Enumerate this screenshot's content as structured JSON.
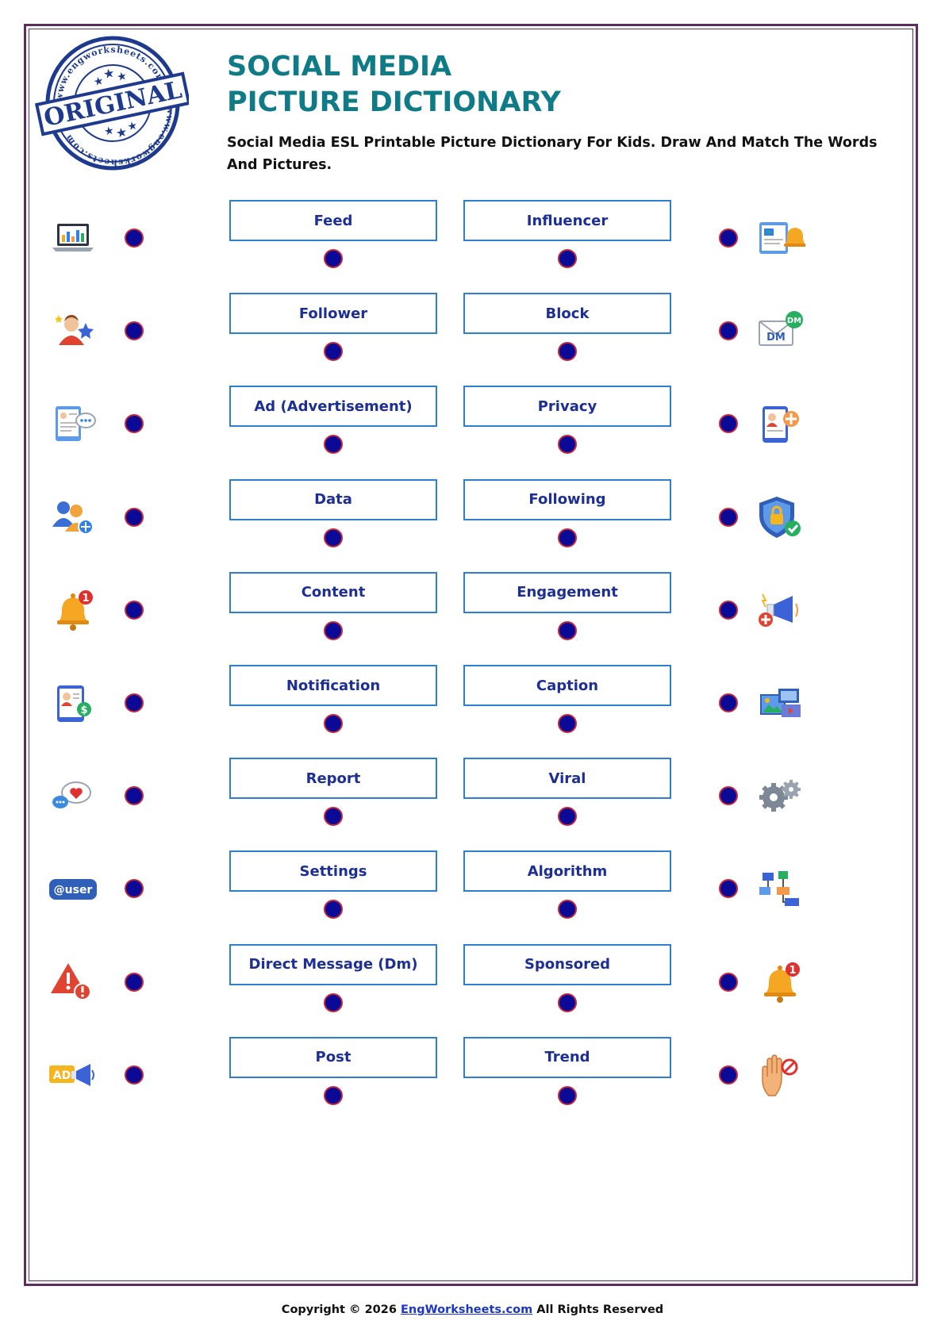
{
  "stamp": {
    "top_text": "www.engworksheets.com",
    "center_text": "ORIGINAL",
    "bottom_text": "www.engworksheets.com"
  },
  "header": {
    "title_line1": "SOCIAL MEDIA",
    "title_line2": "PICTURE DICTIONARY",
    "subtitle": "Social Media ESL Printable Picture Dictionary For Kids. Draw And Match The Words And Pictures."
  },
  "words_left": [
    "Feed",
    "Follower",
    "Ad (Advertisement)",
    "Data",
    "Content",
    "Notification",
    "Report",
    "Settings",
    "Direct Message (Dm)",
    "Post"
  ],
  "words_right": [
    "Influencer",
    "Block",
    "Privacy",
    "Following",
    "Engagement",
    "Caption",
    "Viral",
    "Algorithm",
    "Sponsored",
    "Trend"
  ],
  "icons_left": [
    "laptop-chart-icon",
    "person-stars-icon",
    "profile-chat-icon",
    "add-follower-icon",
    "bell-alert-icon",
    "tablet-money-icon",
    "chat-heart-icon",
    "user-handle-icon",
    "warning-icon",
    "ad-megaphone-icon"
  ],
  "icons_right": [
    "feed-notification-icon",
    "dm-envelope-icon",
    "add-post-icon",
    "security-shield-icon",
    "megaphone-plus-icon",
    "image-gallery-icon",
    "gears-icon",
    "flowchart-icon",
    "bell-alert-icon",
    "blocked-hand-icon"
  ],
  "icon_labels": {
    "dm": "DM",
    "user": "@user",
    "ad": "AD"
  },
  "footer": {
    "prefix": "Copyright © 2026 ",
    "link": "EngWorksheets.com",
    "suffix": " All Rights Reserved"
  },
  "colors": {
    "title": "#0f7b86",
    "box_border": "#2d7fcf",
    "word_text": "#1d2f95",
    "dot_fill": "#0a0a96",
    "dot_ring": "#c6283a",
    "frame": "#5b2f5c"
  }
}
